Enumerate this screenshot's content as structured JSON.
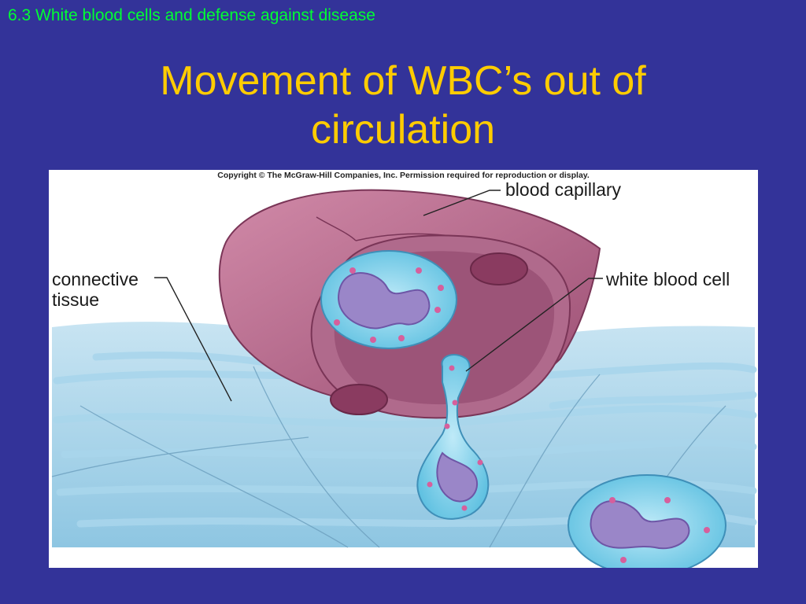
{
  "slide": {
    "section": "6.3 White blood cells and defense against disease",
    "title_line1": "Movement of WBC’s out of",
    "title_line2": "circulation"
  },
  "figure": {
    "copyright": "Copyright © The McGraw-Hill Companies, Inc. Permission required for reproduction or display.",
    "labels": {
      "blood_capillary": "blood capillary",
      "white_blood_cell": "white blood cell",
      "connective_line1": "connective",
      "connective_line2": "tissue"
    }
  },
  "colors": {
    "background": "#333399",
    "section": "#00ff33",
    "title": "#ffcc00"
  }
}
